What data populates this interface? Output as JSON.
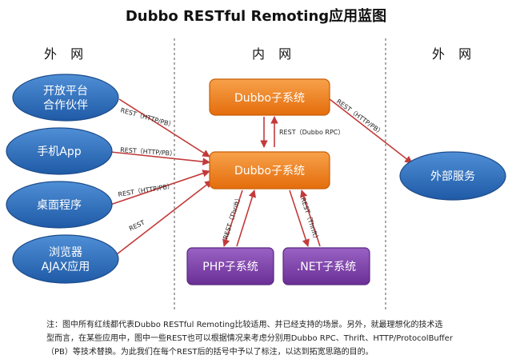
{
  "title": "Dubbo RESTful Remoting应用蓝图",
  "zones": {
    "external_left": "外 网",
    "internal": "内 网",
    "external_right": "外 网"
  },
  "colors": {
    "blue_fill": "#2f6ab3",
    "blue_stroke": "#1d4b8a",
    "orange_fill": "#ee7a17",
    "orange_stroke": "#c85e05",
    "purple_fill": "#7b3fa6",
    "purple_stroke": "#59297c",
    "arrow": "#c23a3a"
  },
  "nodes": {
    "open_platform": {
      "line1": "开放平台",
      "line2": "合作伙伴"
    },
    "mobile_app": {
      "label": "手机App"
    },
    "desktop": {
      "label": "桌面程序"
    },
    "browser_ajax": {
      "line1": "浏览器",
      "line2": "AJAX应用"
    },
    "dubbo_top": {
      "label": "Dubbo子系统"
    },
    "dubbo_center": {
      "label": "Dubbo子系统"
    },
    "php": {
      "label": "PHP子系统"
    },
    "dotnet": {
      "label": ".NET子系统"
    },
    "external_service": {
      "label": "外部服务"
    }
  },
  "edge_labels": {
    "e1": "REST（HTTP/PB）",
    "e2": "REST（HTTP/PB）",
    "e3": "REST（HTTP/PB）",
    "e4": "REST",
    "e5": "REST（Dubbo RPC）",
    "e6": "REST（HTTP/PB）",
    "e7": "REST（Thrift）",
    "e8": "REST（Thrift）"
  },
  "note": {
    "line1": "注：图中所有红线都代表Dubbo RESTful Remoting比较适用、并已经支持的场景。另外，就最理想化的技术选",
    "line2": "型而言，在某些应用中，图中一些REST也可以根据情况来考虑分别用Dubbo RPC、Thrift、HTTP/ProtocolBuffer",
    "line3": "（PB）等技术替换。为此我们在每个REST后的括号中予以了标注，以达到拓宽思路的目的。"
  }
}
